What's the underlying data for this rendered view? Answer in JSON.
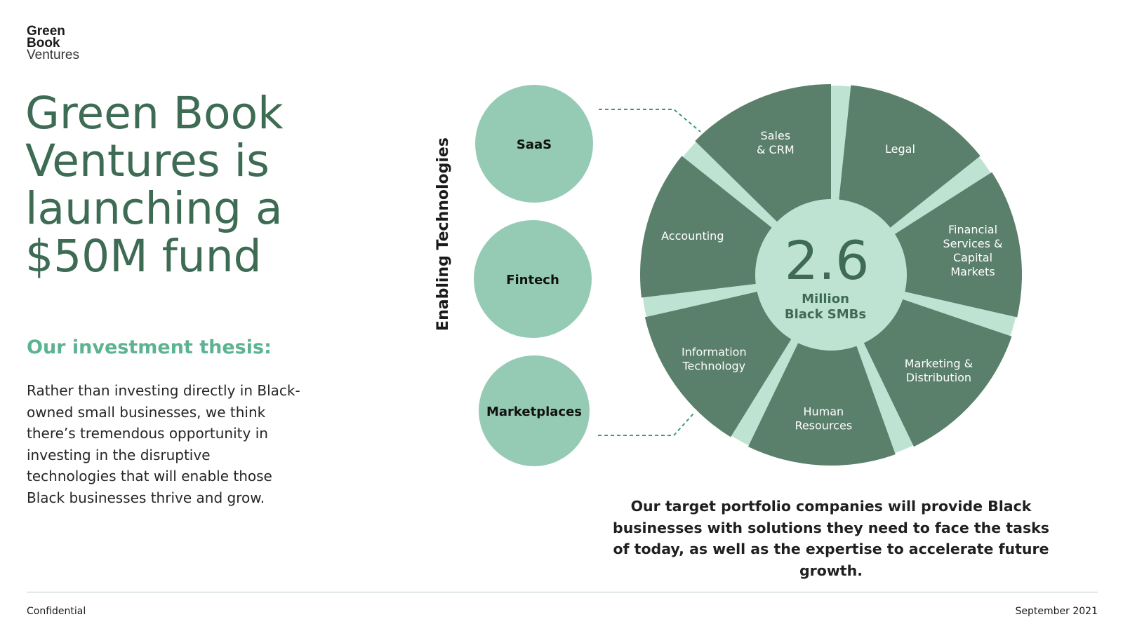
{
  "logo": {
    "line1": "Green",
    "line2": "Book",
    "line3": "Ventures"
  },
  "headline": "Green Book Ventures is launching a $50M fund",
  "thesis": {
    "title": "Our investment thesis:",
    "body": "Rather than investing directly in Black-owned small businesses, we think there’s tremendous opportunity in investing in the disruptive technologies that will enable those Black businesses thrive and grow."
  },
  "diagram": {
    "vertical_label": "Enabling Technologies",
    "technologies": [
      "SaaS",
      "Fintech",
      "Marketplaces"
    ],
    "center": {
      "value": "2.6",
      "line1": "Million",
      "line2": "Black SMBs"
    },
    "segments": [
      {
        "lines": [
          "Legal"
        ]
      },
      {
        "lines": [
          "Financial",
          "Services &",
          "Capital",
          "Markets"
        ]
      },
      {
        "lines": [
          "Marketing &",
          "Distribution"
        ]
      },
      {
        "lines": [
          "Human",
          "Resources"
        ]
      },
      {
        "lines": [
          "Information",
          "Technology"
        ]
      },
      {
        "lines": [
          "Accounting"
        ]
      },
      {
        "lines": [
          "Sales",
          "& CRM"
        ]
      }
    ],
    "colors": {
      "segment": "#5a7f6b",
      "light": "#bfe3d3",
      "circle": "#95cbb4",
      "accent": "#3d9b72"
    }
  },
  "caption": "Our target portfolio companies will provide Black businesses with solutions they need to face the tasks of today, as well as the expertise to accelerate future growth.",
  "footer": {
    "left": "Confidential",
    "right": "September 2021"
  }
}
